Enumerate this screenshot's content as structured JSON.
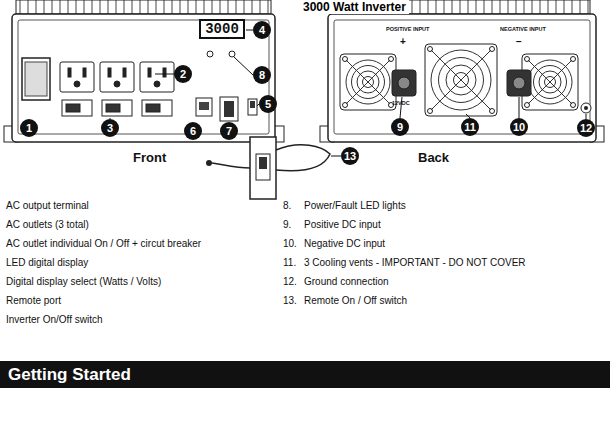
{
  "diagram": {
    "title": "3000 Watt Inverter",
    "nodes": [
      {
        "text": [
          "3000"
        ]
      },
      {
        "text": [
          "Getting Started"
        ]
      }
    ],
    "labels": [
      "1",
      "2",
      "3",
      "4",
      "5",
      "6",
      "7",
      "8",
      "9",
      "10",
      "11",
      "12",
      "13",
      "Front",
      "Back",
      "POSITIVE INPUT",
      "+",
      "12VDC",
      "NEGATIVE INPUT",
      "−",
      "AC output terminal",
      "AC outlets (3 total)",
      "AC outlet individual On / Off + circut breaker",
      "LED digital display",
      "Digital display select (Watts / Volts)",
      "Remote port",
      "Inverter On/Off switch",
      "8.",
      "Power/Fault LED lights",
      "9.",
      "Positive DC input",
      "10.",
      "Negative DC input",
      "11.",
      "3 Cooling vents - IMPORTANT - DO NOT COVER",
      "12.",
      "Ground connection",
      "13.",
      "Remote On / Off switch"
    ]
  }
}
